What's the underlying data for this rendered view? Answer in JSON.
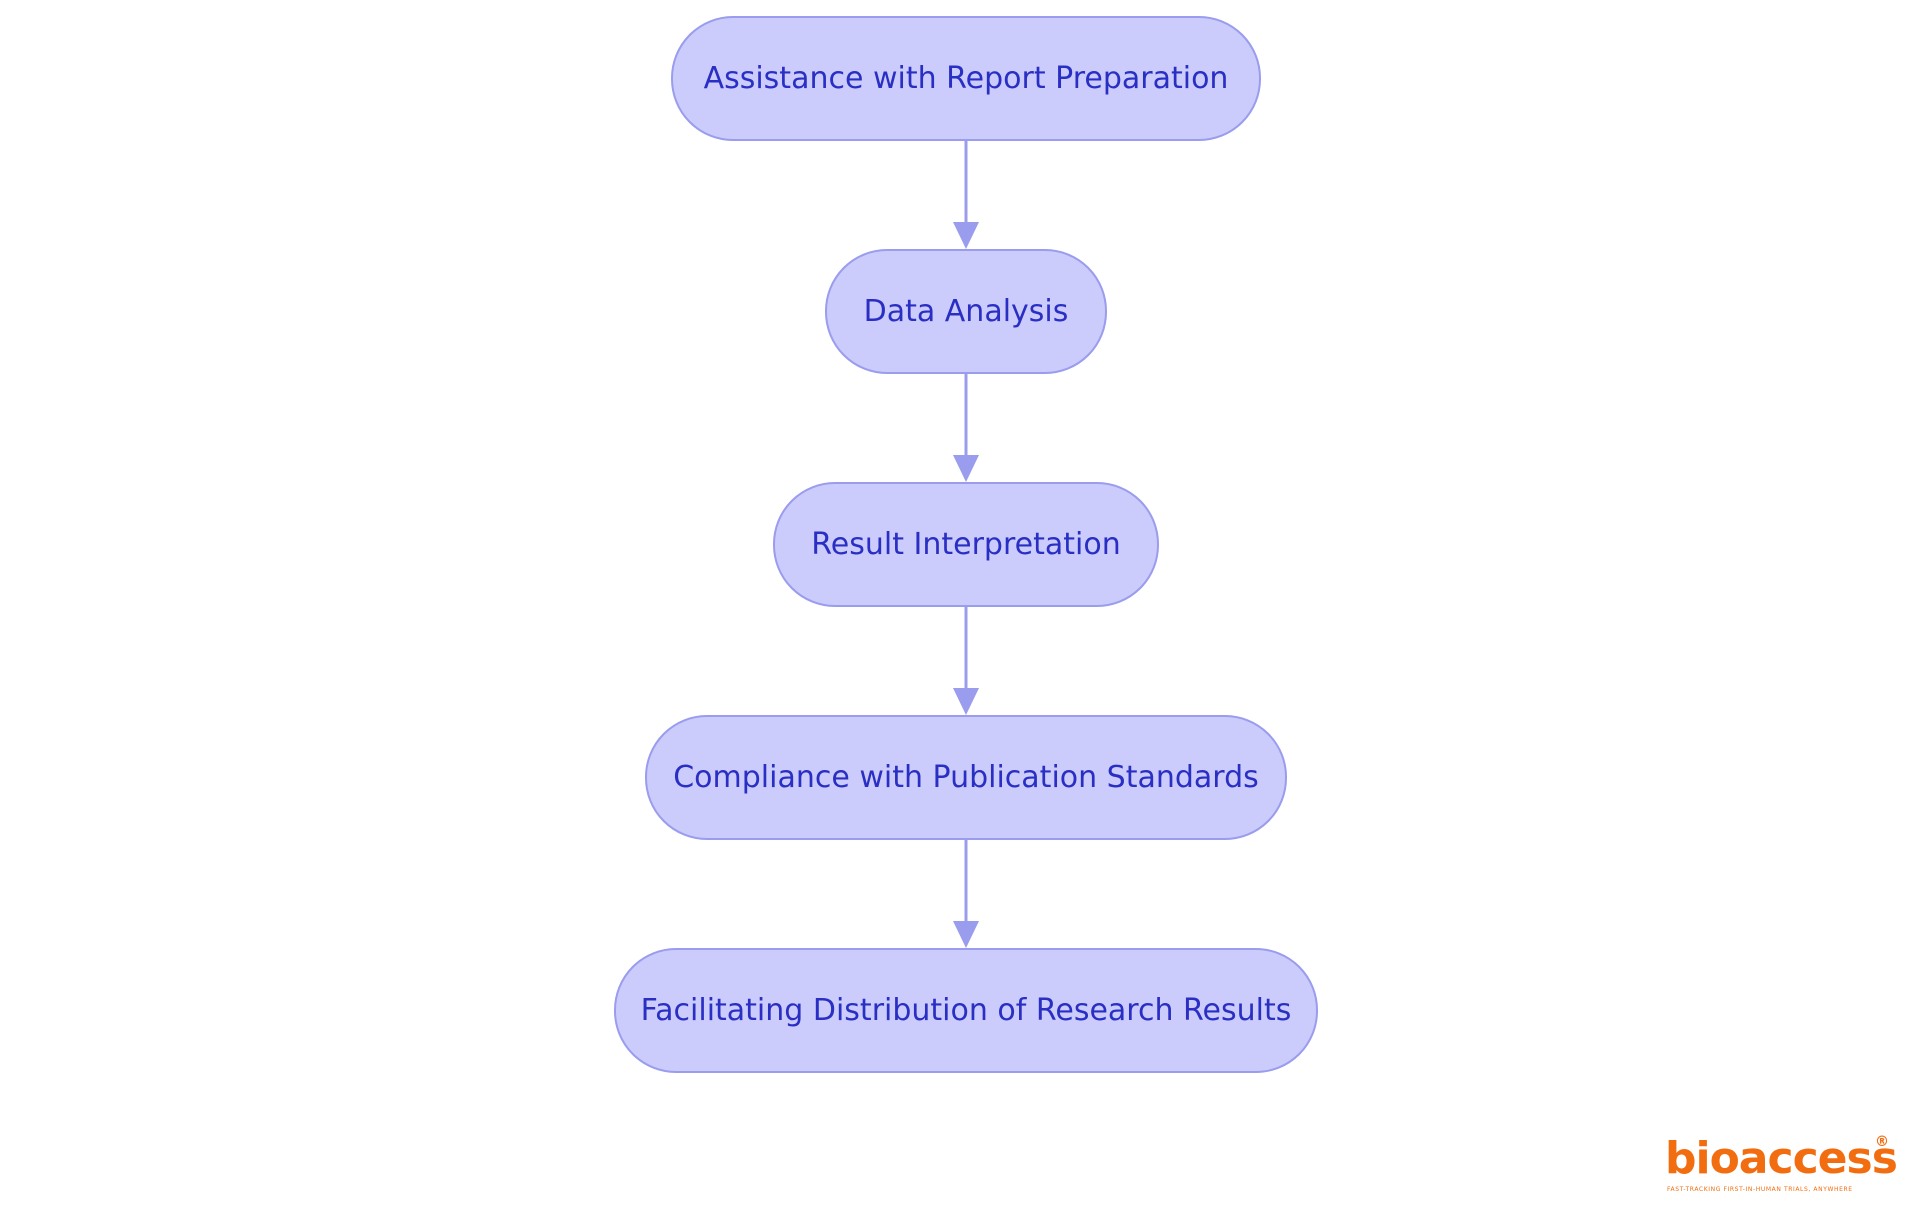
{
  "diagram": {
    "type": "flowchart",
    "direction": "top-to-bottom",
    "nodes": [
      {
        "id": "n1",
        "label": "Assistance with Report Preparation"
      },
      {
        "id": "n2",
        "label": "Data Analysis"
      },
      {
        "id": "n3",
        "label": "Result Interpretation"
      },
      {
        "id": "n4",
        "label": "Compliance with Publication Standards"
      },
      {
        "id": "n5",
        "label": "Facilitating Distribution of Research Results"
      }
    ],
    "edges": [
      {
        "from": "n1",
        "to": "n2"
      },
      {
        "from": "n2",
        "to": "n3"
      },
      {
        "from": "n3",
        "to": "n4"
      },
      {
        "from": "n4",
        "to": "n5"
      }
    ]
  },
  "logo": {
    "wordmark": "bioaccess",
    "registered_mark": "®",
    "tagline": "FAST-TRACKING FIRST-IN-HUMAN TRIALS, ANYWHERE"
  },
  "colors": {
    "node_fill": "#cbcbfc",
    "node_border": "#9a9cee",
    "node_text": "#2a2fc4",
    "edge": "#9a9cee",
    "brand": "#f26d0f"
  }
}
